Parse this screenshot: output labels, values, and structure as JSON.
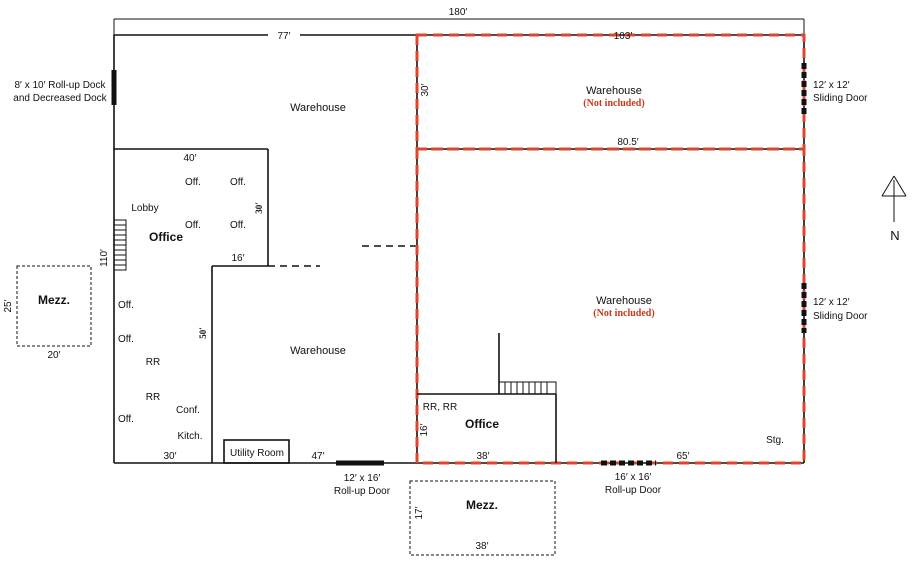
{
  "plan": {
    "dimensions": {
      "total_width": "180′",
      "west_width": "77′",
      "east_width": "103′",
      "north_depth": "30′",
      "mid_width": "80.5′",
      "office_width": "40′",
      "office_ofc_depth": "30′",
      "west_depth": "110′",
      "step_width": "16′",
      "wh_depth": "50′",
      "south_office_width": "30′",
      "south_mid_width": "47′",
      "east_office_width": "38′",
      "east_office_depth": "16′",
      "east_south_width": "65′",
      "mezz_west_depth": "25′",
      "mezz_west_width": "20′",
      "mezz_south_depth": "17′",
      "mezz_south_width": "38′"
    },
    "labels": {
      "dock_west_line1": "8′ x 10′ Roll-up Dock",
      "dock_west_line2": "and Decreased Dock",
      "warehouse_nw": "Warehouse",
      "warehouse_ne": "Warehouse",
      "not_included_ne": "(Not included)",
      "sliding_ne_line1": "12′ x 12′",
      "sliding_ne_line2": "Sliding Door",
      "off1": "Off.",
      "off2": "Off.",
      "lobby": "Lobby",
      "off3": "Off.",
      "off4": "Off.",
      "office_west": "Office",
      "off5": "Off.",
      "off6": "Off.",
      "rr1": "RR",
      "rr2": "RR",
      "off7": "Off.",
      "conf": "Conf.",
      "kitch": "Kitch.",
      "utility": "Utility Room",
      "warehouse_sw": "Warehouse",
      "warehouse_e": "Warehouse",
      "not_included_e": "(Not included)",
      "sliding_e_line1": "12′ x 12′",
      "sliding_e_line2": "Sliding Door",
      "rr_east": "RR,  RR",
      "office_east": "Office",
      "stg": "Stg.",
      "mezz_west": "Mezz.",
      "mezz_south": "Mezz.",
      "rollup_south_line1": "12′ x 16′",
      "rollup_south_line2": "Roll-up Door",
      "rollup_se_line1": "16′ x 16′",
      "rollup_se_line2": "Roll-up Door",
      "north": "N"
    }
  }
}
